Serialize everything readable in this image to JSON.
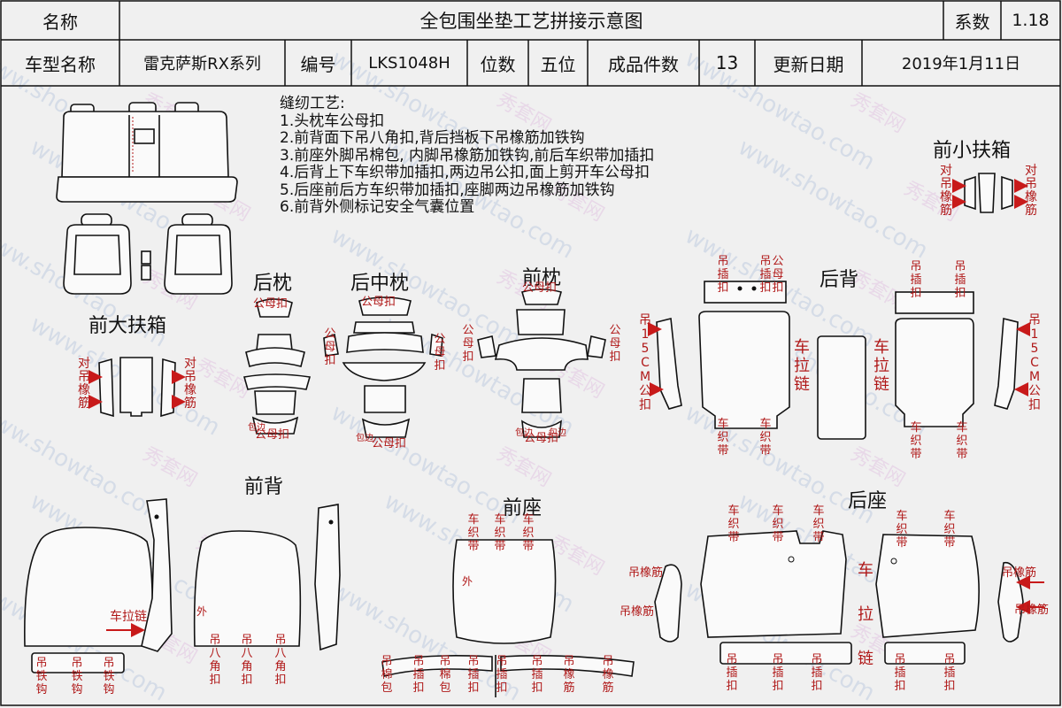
{
  "header": {
    "name_label": "名称",
    "diagram_title": "全包围坐垫工艺拼接示意图",
    "coef_label": "系数",
    "coef_value": "1.18",
    "model_label": "车型名称",
    "model_value": "雷克萨斯RX系列",
    "code_label": "编号",
    "code_value": "LKS1048H",
    "seats_label": "位数",
    "seats_value": "五位",
    "pieces_label": "成品件数",
    "pieces_value": "13",
    "update_label": "更新日期",
    "update_value": "2019年1月11日"
  },
  "process": {
    "heading": "缝纫工艺:",
    "steps": [
      "1.头枕车公母扣",
      "2.前背面下吊八角扣,背后挡板下吊橡筋加铁钩",
      "3.前座外脚吊棉包, 内脚吊橡筋加铁钩,前后车织带加插扣",
      "4.后背上下车织带加插扣,两边吊公扣,面上剪开车公母扣",
      "5.后座前后方车织带加插扣,座脚两边吊橡筋加铁钩",
      "6.前背外侧标记安全气囊位置"
    ]
  },
  "sections": {
    "front_small_box": "前小扶箱",
    "front_big_box": "前大扶箱",
    "rear_headrest": "后枕",
    "rear_mid_headrest": "后中枕",
    "front_headrest": "前枕",
    "rear_back": "后背",
    "front_back": "前背",
    "front_seat": "前座",
    "rear_seat": "后座"
  },
  "labels": {
    "dui_diao_xiangjin": "对吊橡筋",
    "gongmukou": "公母扣",
    "gongkou": "公扣",
    "diao": "吊",
    "chajie_kou": "插扣",
    "diao_chakou": "吊插扣",
    "gongmu": "公母",
    "gong_mu_kou": "公母扣",
    "baobian": "包边",
    "diao15cm_gongkou": "吊15CM公扣",
    "che_la_lian": "车拉链",
    "chezhidai": "车织带",
    "chelalian_h": "车拉链",
    "wai": "外",
    "diao_tiegou": "吊铁钩",
    "diao_bajiaokou": "吊八角扣",
    "diao_mianbao": "吊棉包",
    "diao_xiangjin": "吊橡筋",
    "diaoxiangjin_h": "吊橡筋",
    "che": "车",
    "la": "拉",
    "lian": "链"
  },
  "watermark": {
    "url": "www.showtao.com",
    "cn": "秀套网"
  },
  "colors": {
    "line": "#111111",
    "annotation": "#b01818",
    "arrow": "#c81a1a",
    "background": "#f0f0f0"
  }
}
